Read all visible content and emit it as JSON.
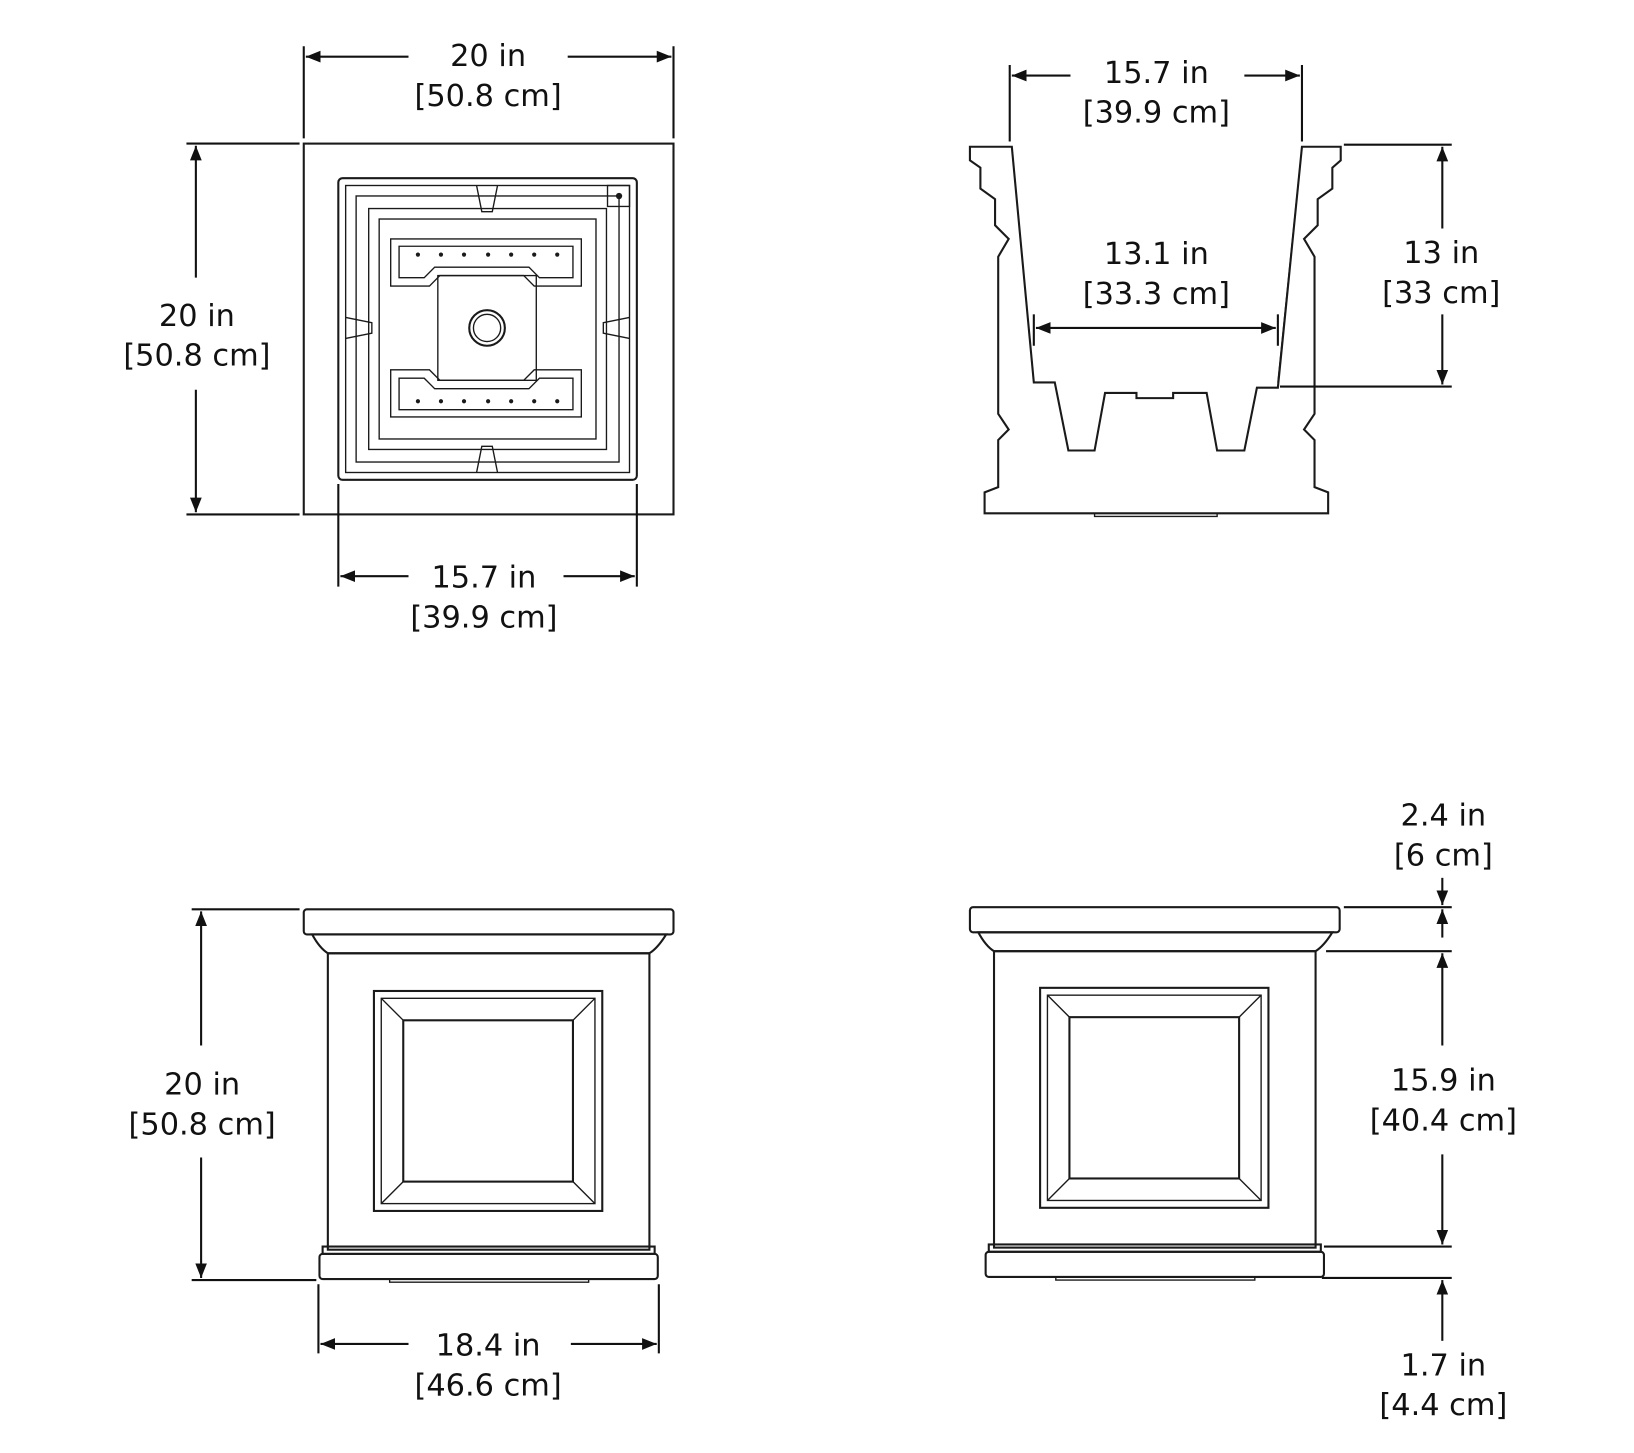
{
  "colors": {
    "line": "#1a1a1a",
    "background": "#ffffff"
  },
  "top_view": {
    "width": {
      "in": "20 in",
      "cm": "[50.8 cm]"
    },
    "depth": {
      "in": "20 in",
      "cm": "[50.8 cm]"
    },
    "inner_width": {
      "in": "15.7 in",
      "cm": "[39.9 cm]"
    }
  },
  "section_view": {
    "top_inner_width": {
      "in": "15.7 in",
      "cm": "[39.9 cm]"
    },
    "bottom_inner_width": {
      "in": "13.1 in",
      "cm": "[33.3 cm]"
    },
    "inner_depth": {
      "in": "13 in",
      "cm": "[33 cm]"
    }
  },
  "front_view": {
    "height": {
      "in": "20 in",
      "cm": "[50.8 cm]"
    },
    "base_width": {
      "in": "18.4 in",
      "cm": "[46.6 cm]"
    }
  },
  "side_view": {
    "cap_height": {
      "in": "2.4 in",
      "cm": "[6 cm]"
    },
    "body_height": {
      "in": "15.9 in",
      "cm": "[40.4 cm]"
    },
    "base_height": {
      "in": "1.7 in",
      "cm": "[4.4 cm]"
    }
  }
}
